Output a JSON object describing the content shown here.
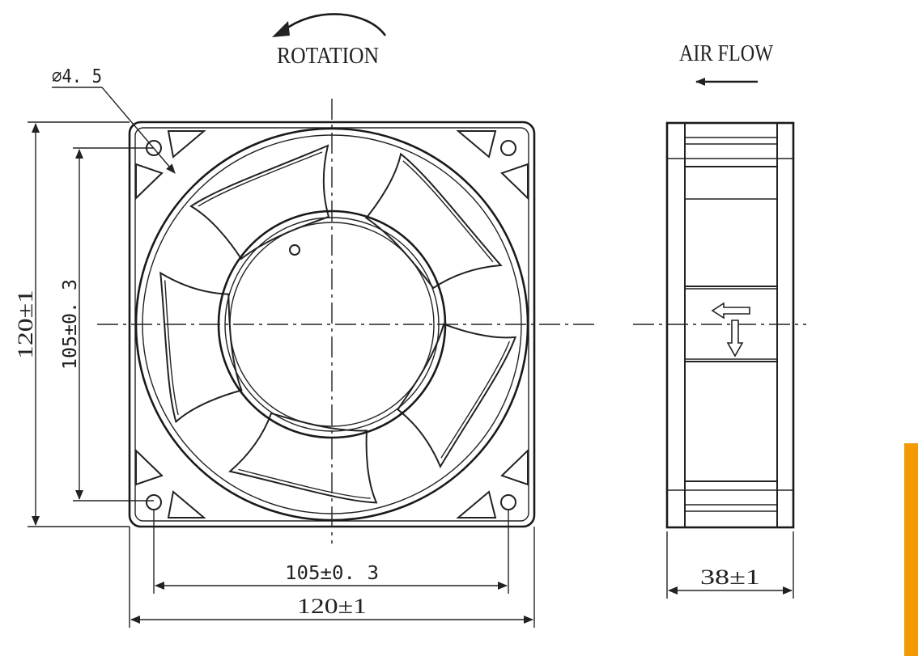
{
  "labels": {
    "rotation": "ROTATION",
    "air_flow": "AIR FLOW",
    "hole_diameter": "⌀4. 5",
    "height_outer": "120±1",
    "height_inner": "105±0. 3",
    "width_inner": "105±0. 3",
    "width_outer": "120±1",
    "depth": "38±1"
  },
  "colors": {
    "line": "#222222",
    "accent_bar": "#F29A00",
    "background": "#FFFFFF"
  },
  "icons": {
    "rotation_arrow": "curved-arrow-left-icon",
    "airflow_arrow": "arrow-left-icon",
    "airflow_direction_arrow": "arrow-left-outline-icon",
    "rotation_direction_arrow": "arrow-down-outline-icon"
  }
}
